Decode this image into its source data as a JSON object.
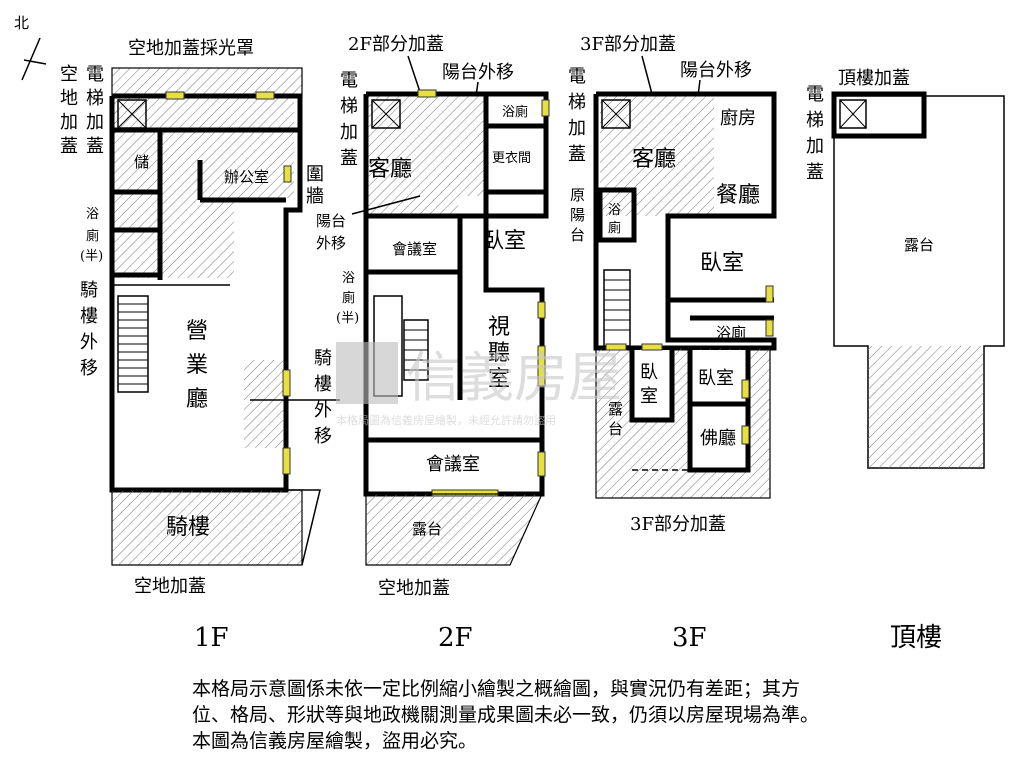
{
  "compass": {
    "label": "北"
  },
  "floor1": {
    "title": "1F",
    "top_label": "空地加蓋採光罩",
    "elevator_label": [
      "空",
      "地",
      "加",
      "蓋",
      "電",
      "梯",
      "加",
      "蓋"
    ],
    "elevator_col1": "空地加蓋",
    "elevator_col2": "電梯加蓋",
    "storage": "儲",
    "office": "辦公室",
    "bath_half": "浴廁(半)",
    "arcade_extend": "騎樓外移",
    "business_hall": "營業廳",
    "arcade_extend_right": "騎樓外移",
    "wall_label": "圍牆",
    "arcade": "騎樓",
    "bottom_label": "空地加蓋"
  },
  "floor2": {
    "title": "2F",
    "top_label": "2F部分加蓋",
    "balcony_move": "陽台外移",
    "elevator": "電梯加蓋",
    "bath": "浴廁",
    "living": "客廳",
    "closet": "更衣間",
    "balcony_out": "陽台外移",
    "meeting_top": "會議室",
    "bedroom": "臥室",
    "bath_half": "浴廁(半)",
    "av_room": "視聽室",
    "meeting_bottom": "會議室",
    "terrace": "露台",
    "bottom_label": "空地加蓋"
  },
  "floor3": {
    "title": "3F",
    "top_label": "3F部分加蓋",
    "balcony_move": "陽台外移",
    "elevator": "電梯加蓋",
    "kitchen": "廚房",
    "living": "客廳",
    "dining": "餐廳",
    "orig_balcony": "原陽台",
    "bath": "浴廁",
    "bedroom1": "臥室",
    "bath2": "浴廁",
    "bedroom_small": "臥室",
    "bedroom2": "臥室",
    "terrace": "露台",
    "buddha": "佛廳",
    "bottom_label": "3F部分加蓋"
  },
  "roof": {
    "title": "頂樓",
    "top_label": "頂樓加蓋",
    "elevator": "電梯加蓋",
    "terrace": "露台"
  },
  "watermark": {
    "brand": "信義房屋",
    "sub": "本格局圖為信義房屋繪製，未經允許請勿盜用"
  },
  "disclaimer": {
    "line1": "本格局示意圖係未依一定比例縮小繪製之概繪圖，與實況仍有差距；其方",
    "line2": "位、格局、形狀等與地政機關測量成果圖未必一致，仍須以房屋現場為準。",
    "line3": "本圖為信義房屋繪製，盜用必究。"
  }
}
